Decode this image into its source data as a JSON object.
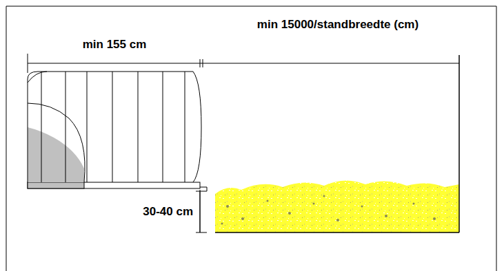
{
  "diagram": {
    "labels": [
      "min 155 cm",
      "min 15000/standbreedte (cm)",
      "30-40 cm"
    ]
  }
}
